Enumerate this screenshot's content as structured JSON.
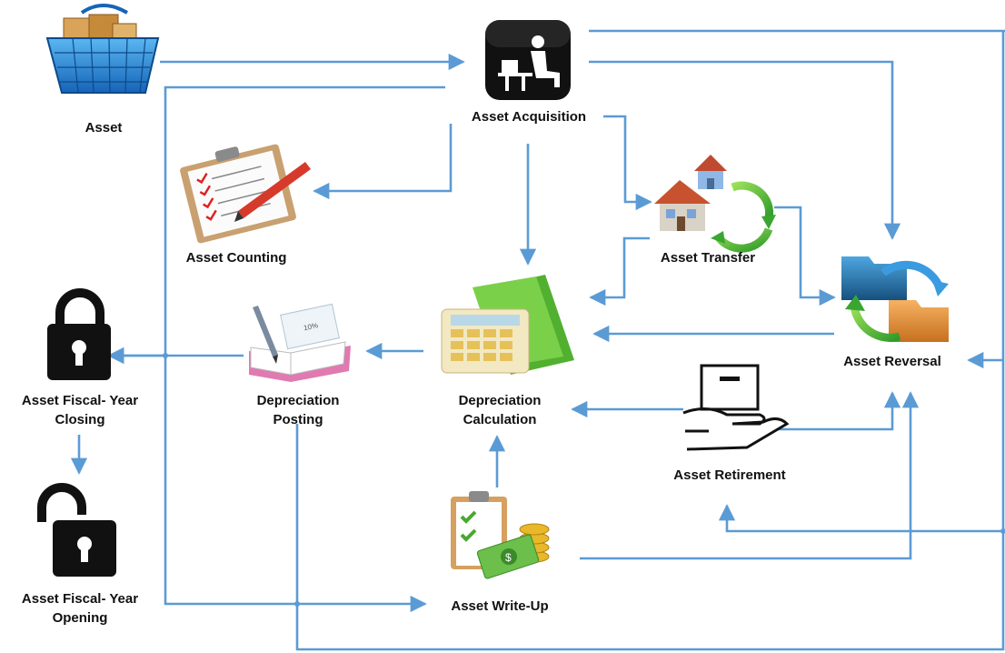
{
  "colors": {
    "arrow": "#5b9bd5",
    "text": "#111111"
  },
  "nodes": {
    "asset": {
      "label": "Asset",
      "icon": "shopping-basket-icon"
    },
    "acquisition": {
      "label": "Asset Acquisition",
      "icon": "person-at-computer-icon"
    },
    "counting": {
      "label": "Asset Counting",
      "icon": "clipboard-checklist-icon"
    },
    "transfer": {
      "label": "Asset Transfer",
      "icon": "houses-transfer-icon"
    },
    "reversal": {
      "label": "Asset Reversal",
      "icon": "folders-reverse-icon"
    },
    "fiscal_closing": {
      "line1": "Asset Fiscal- Year",
      "line2": "Closing",
      "icon": "closed-padlock-icon"
    },
    "depreciation_posting": {
      "line1": "Depreciation",
      "line2": "Posting",
      "icon": "journal-pen-icon"
    },
    "depreciation_calculation": {
      "line1": "Depreciation",
      "line2": "Calculation",
      "icon": "calculator-folder-icon"
    },
    "retirement": {
      "label": "Asset Retirement",
      "icon": "hand-box-icon"
    },
    "fiscal_opening": {
      "line1": "Asset Fiscal- Year",
      "line2": "Opening",
      "icon": "open-padlock-icon"
    },
    "write_up": {
      "label": "Asset Write-Up",
      "icon": "checklist-money-icon"
    }
  }
}
